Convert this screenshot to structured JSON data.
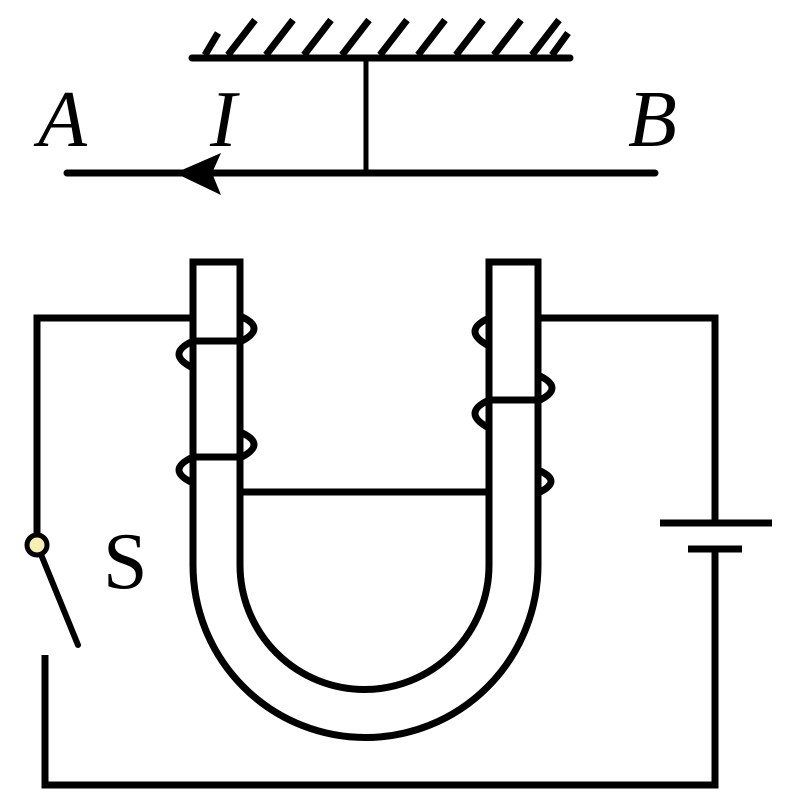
{
  "labels": {
    "end_a": "A",
    "current": "I",
    "end_b": "B",
    "switch": "S"
  },
  "colors": {
    "line": "#000000",
    "switch_pivot": "#f5efb0"
  }
}
